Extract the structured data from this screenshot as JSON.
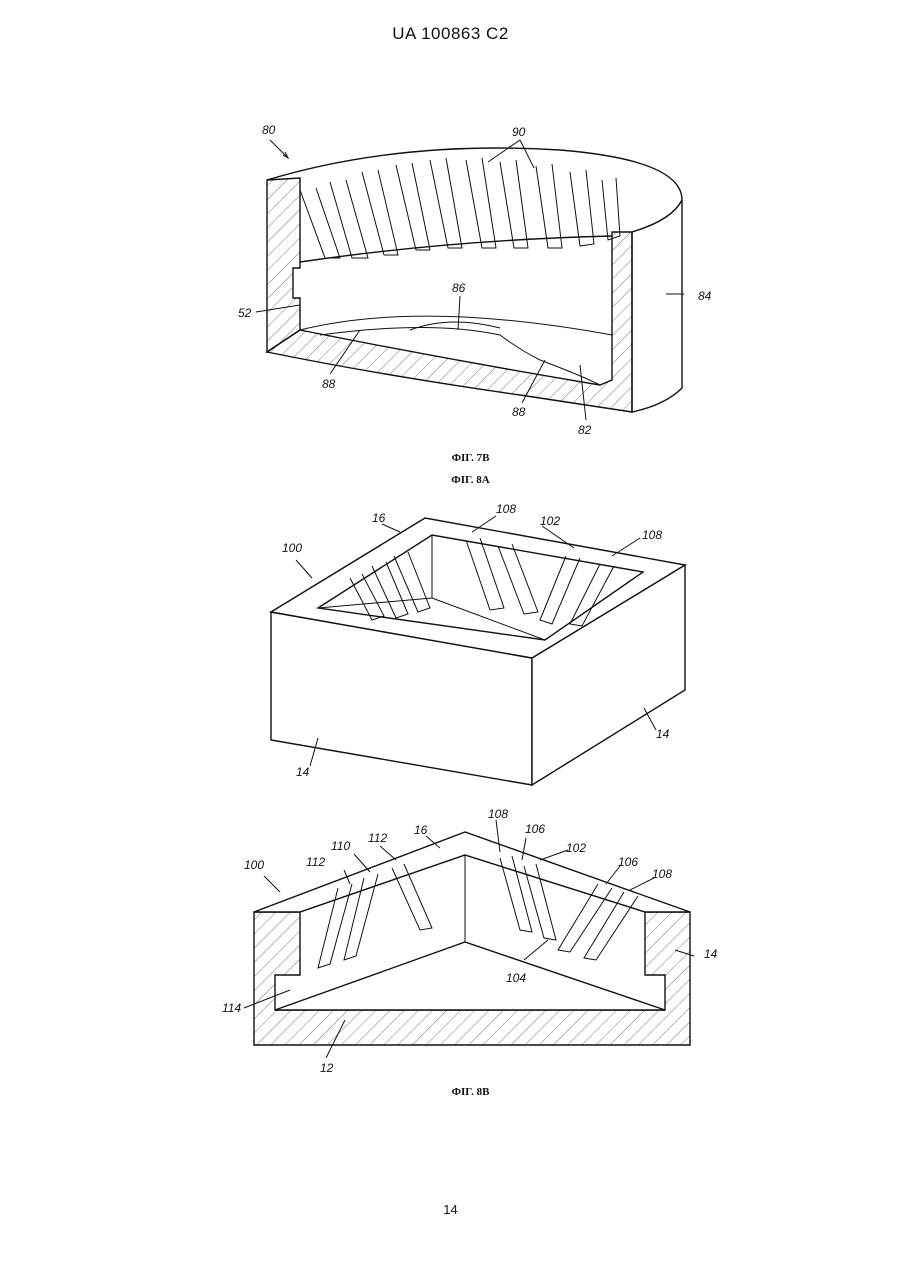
{
  "header": {
    "doc_number": "UA   100863   C2"
  },
  "figures": [
    {
      "caption": "ФІГ. 7B",
      "labels": {
        "l80": "80",
        "l90": "90",
        "l52": "52",
        "l86": "86",
        "l84": "84",
        "l88a": "88",
        "l88b": "88",
        "l82": "82"
      }
    },
    {
      "caption": "ФІГ. 8A",
      "labels": {
        "l16": "16",
        "l108a": "108",
        "l102": "102",
        "l108b": "108",
        "l100": "100",
        "l14a": "14",
        "l14b": "14"
      }
    },
    {
      "caption": "ФІГ. 8B",
      "labels": {
        "l108a": "108",
        "l16": "16",
        "l106a": "106",
        "l112a": "112",
        "l110": "110",
        "l102": "102",
        "l100": "100",
        "l112b": "112",
        "l106b": "106",
        "l108b": "108",
        "l14": "14",
        "l104": "104",
        "l114": "114",
        "l12": "12"
      }
    }
  ],
  "page_number": "14"
}
